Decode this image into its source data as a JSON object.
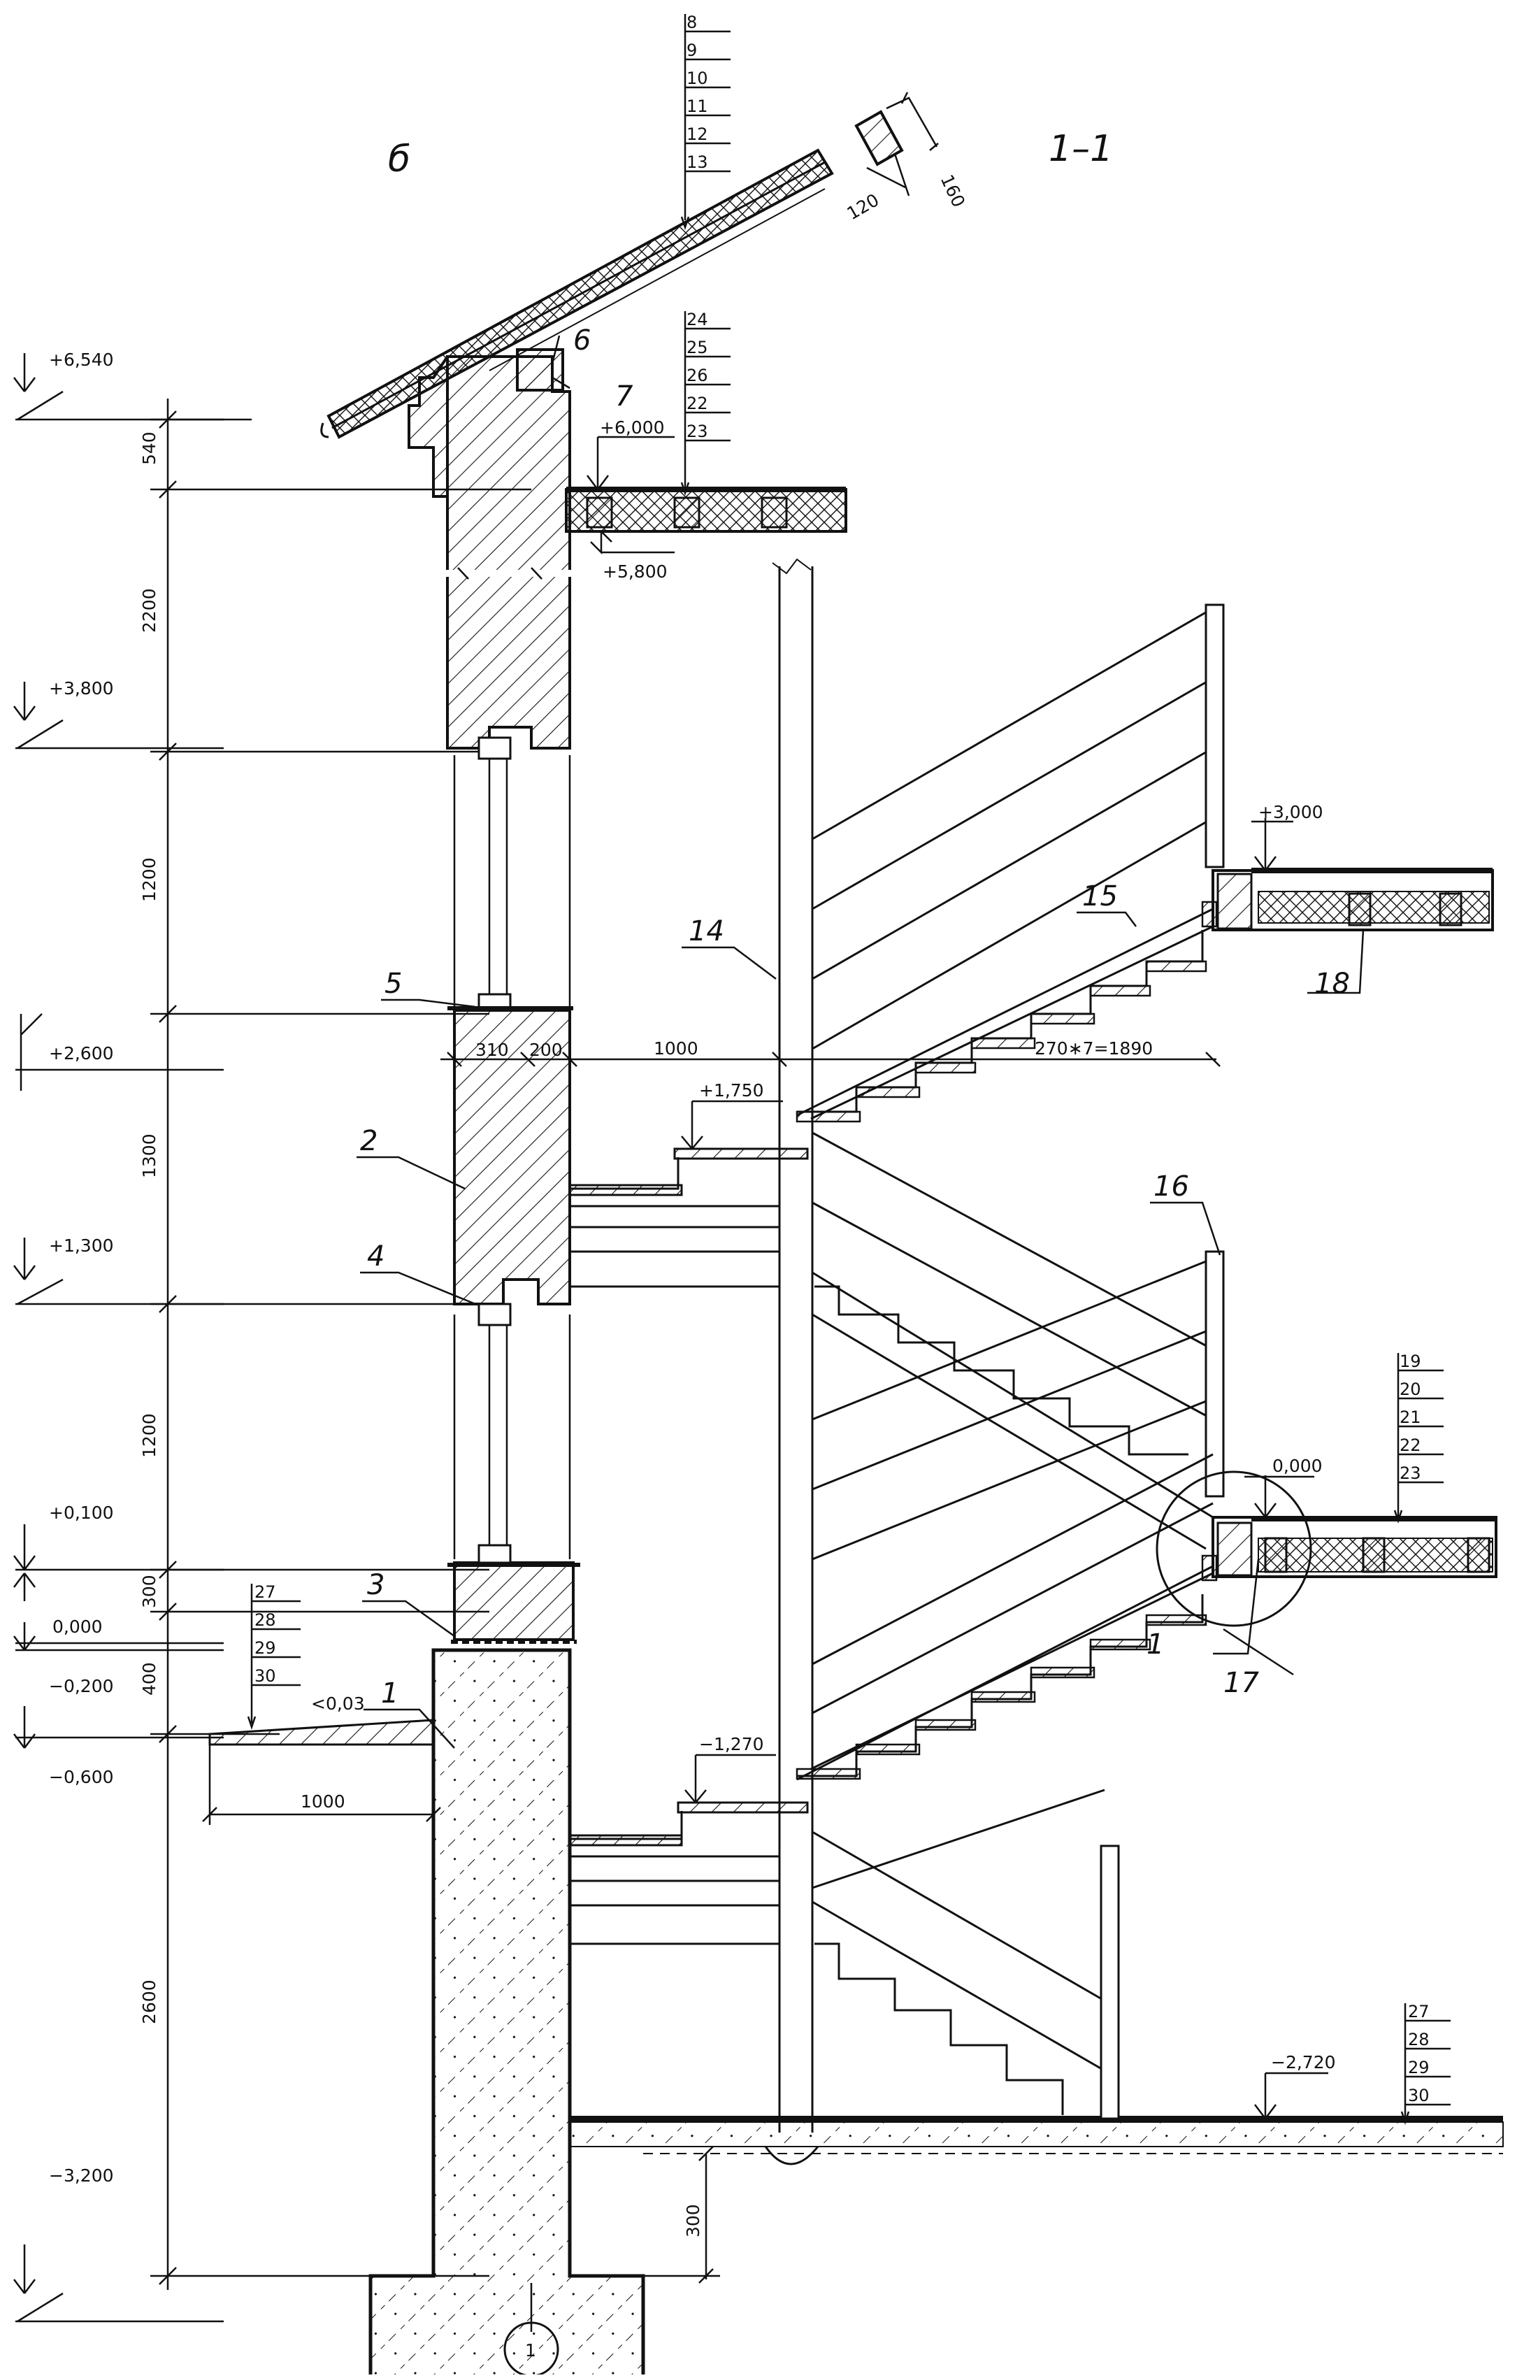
{
  "header": {
    "view_letter": "б",
    "section_label": "1–1"
  },
  "axis_marker": "1",
  "levels": [
    "+6,540",
    "+3,800",
    "+2,600",
    "+1,300",
    "+0,100",
    "0,000",
    "−0,200",
    "−0,600",
    "−3,200"
  ],
  "inline_levels": [
    "+6,000",
    "+5,800",
    "+3,000",
    "+1,750",
    "0,000",
    "−1,270",
    "−2,720"
  ],
  "vertical_dimensions": [
    "540",
    "2200",
    "1200",
    "1300",
    "1200",
    "300",
    "400",
    "2600"
  ],
  "horizontal_dimensions": [
    "310",
    "200",
    "1000",
    "270∗7=1890",
    "1000"
  ],
  "misc_dims": [
    "300",
    "120",
    "160",
    "<0,03"
  ],
  "callouts": [
    "1",
    "2",
    "3",
    "4",
    "5",
    "6",
    "7",
    "14",
    "15",
    "16",
    "17",
    "18",
    "1"
  ],
  "leader_tables": {
    "roof": [
      "8",
      "9",
      "10",
      "11",
      "12",
      "13"
    ],
    "upper_floor": [
      "24",
      "25",
      "26",
      "22",
      "23"
    ],
    "ground_floor": [
      "19",
      "20",
      "21",
      "22",
      "23"
    ],
    "blind_area": [
      "27",
      "28",
      "29",
      "30"
    ],
    "basement_floor": [
      "27",
      "28",
      "29",
      "30"
    ]
  }
}
